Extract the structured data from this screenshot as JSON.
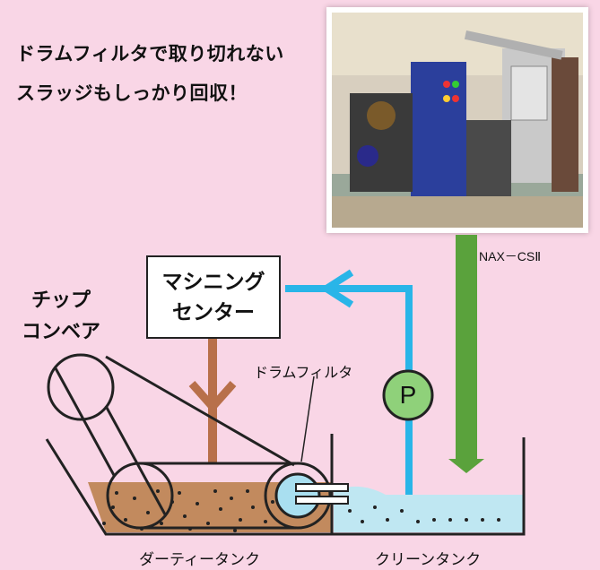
{
  "headline": {
    "line1": "ドラムフィルタで取り切れない",
    "line2": "スラッジもしっかり回収！"
  },
  "photo": {
    "model_label": "NAX－CSⅡ"
  },
  "machining_center": {
    "line1": "マシニング",
    "line2": "センター"
  },
  "chip_conveyor": {
    "line1": "チップ",
    "line2": "コンベア"
  },
  "drum_filter_label": "ドラムフィルタ",
  "pump_label": "P",
  "dirty_tank_label": "ダーティータンク",
  "clean_tank_label": "クリーンタンク",
  "colors": {
    "background": "#f9d6e6",
    "clean_flow": "#29b5e8",
    "dirty_flow": "#b8704a",
    "arrow_green": "#5aa23c",
    "pump_fill": "#8fd17a",
    "sludge": "#c28a5e",
    "clean_water": "#a9dff0"
  }
}
